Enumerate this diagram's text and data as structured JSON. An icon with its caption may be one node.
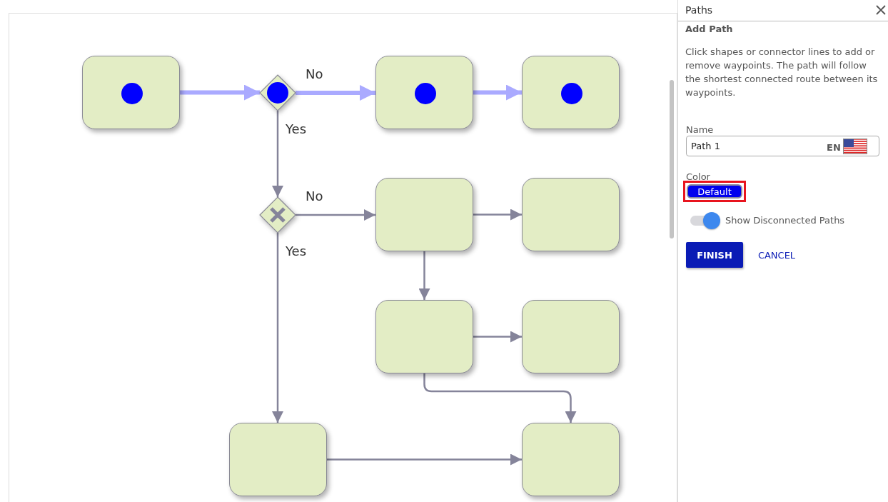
{
  "diagram": {
    "nodes": [
      {
        "text": [],
        "shape": "box"
      },
      {
        "text": [],
        "shape": "diamond"
      },
      {
        "text": [],
        "shape": "box"
      },
      {
        "text": [],
        "shape": "box"
      },
      {
        "text": [],
        "shape": "diamond"
      },
      {
        "text": [],
        "shape": "box"
      },
      {
        "text": [],
        "shape": "box"
      },
      {
        "text": [],
        "shape": "box"
      },
      {
        "text": [],
        "shape": "box"
      },
      {
        "text": [],
        "shape": "box"
      },
      {
        "text": [],
        "shape": "box"
      }
    ],
    "edges": [
      {
        "from": 0,
        "to": 1,
        "arrow": "to",
        "style": "thick",
        "color": "#aaaaff"
      },
      {
        "from": 1,
        "to": 2,
        "arrow": "to",
        "label": "No",
        "style": "thick",
        "color": "#aaaaff"
      },
      {
        "from": 2,
        "to": 3,
        "arrow": "to",
        "style": "thick",
        "color": "#aaaaff"
      },
      {
        "from": 1,
        "to": 4,
        "arrow": "to",
        "label": "Yes"
      },
      {
        "from": 4,
        "to": 5,
        "arrow": "to",
        "label": "No"
      },
      {
        "from": 5,
        "to": 6,
        "arrow": "to"
      },
      {
        "from": 5,
        "to": 7,
        "arrow": "to"
      },
      {
        "from": 7,
        "to": 8,
        "arrow": "to"
      },
      {
        "from": 7,
        "to": 10,
        "arrow": "to"
      },
      {
        "from": 4,
        "to": 9,
        "arrow": "to",
        "label": "Yes"
      },
      {
        "from": 9,
        "to": 10,
        "arrow": "to"
      }
    ],
    "labels": [
      "Paths",
      "Add Path",
      "Click shapes or connector lines to add or remove waypoints. The path will follow the shortest connected route between its waypoints.",
      "Name",
      "Path 1",
      "EN",
      "Color",
      "Default",
      "Show Disconnected Paths",
      "FINISH",
      "CANCEL"
    ]
  }
}
